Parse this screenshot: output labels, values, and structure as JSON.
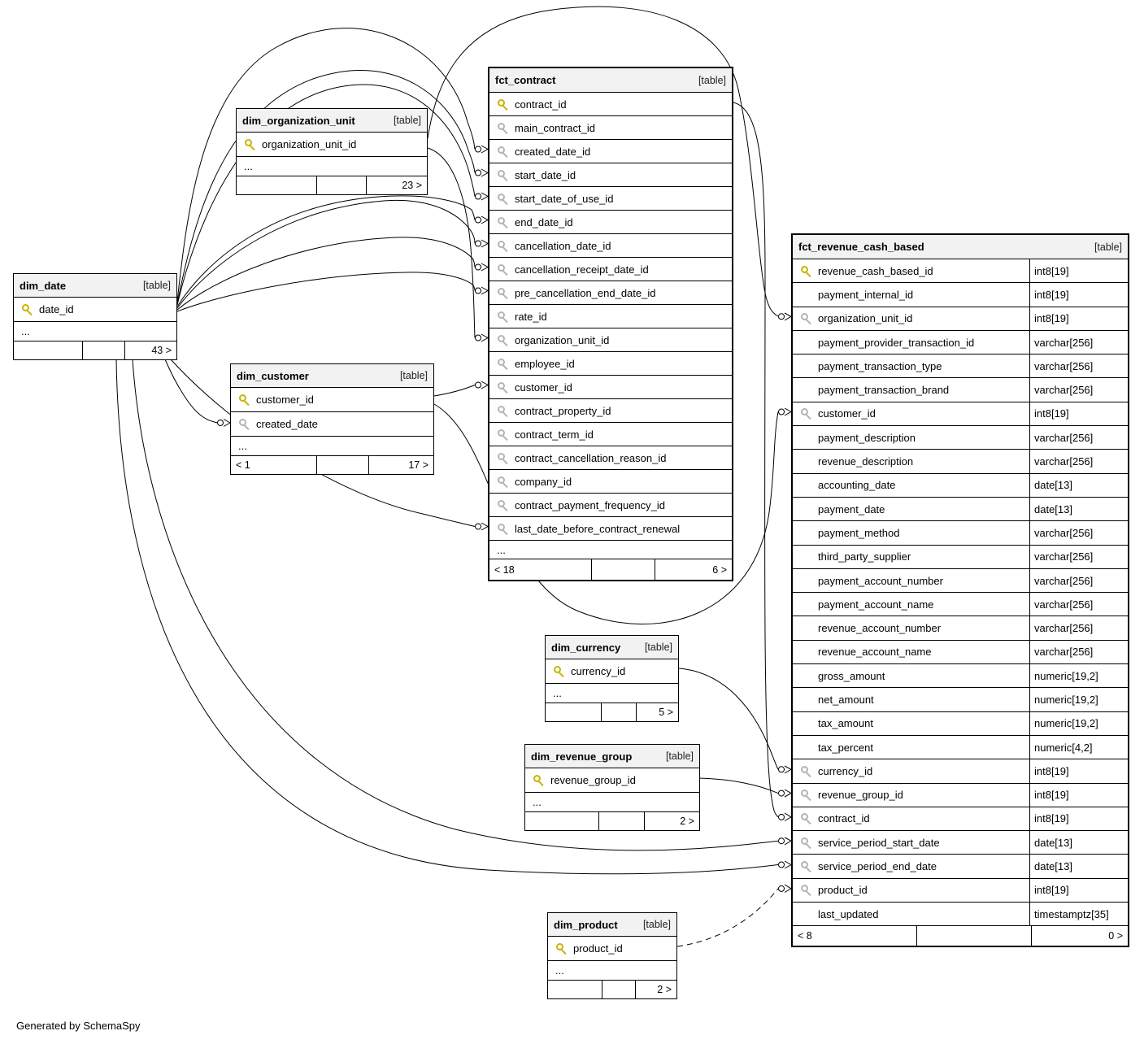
{
  "diagram": {
    "footer_note": "Generated by SchemaSpy"
  },
  "tables": {
    "dim_date": {
      "title": "dim_date",
      "tag": "[table]",
      "columns": [
        {
          "name": "date_id",
          "icon": "pk"
        }
      ],
      "ellipsis": "...",
      "footer": {
        "left": "",
        "mid": "",
        "right": "43 >"
      }
    },
    "dim_organization_unit": {
      "title": "dim_organization_unit",
      "tag": "[table]",
      "columns": [
        {
          "name": "organization_unit_id",
          "icon": "pk"
        }
      ],
      "ellipsis": "...",
      "footer": {
        "left": "",
        "mid": "",
        "right": "23 >"
      }
    },
    "dim_customer": {
      "title": "dim_customer",
      "tag": "[table]",
      "columns": [
        {
          "name": "customer_id",
          "icon": "pk"
        },
        {
          "name": "created_date",
          "icon": "fk"
        }
      ],
      "ellipsis": "...",
      "footer": {
        "left": "< 1",
        "mid": "",
        "right": "17 >"
      }
    },
    "dim_currency": {
      "title": "dim_currency",
      "tag": "[table]",
      "columns": [
        {
          "name": "currency_id",
          "icon": "pk"
        }
      ],
      "ellipsis": "...",
      "footer": {
        "left": "",
        "mid": "",
        "right": "5 >"
      }
    },
    "dim_revenue_group": {
      "title": "dim_revenue_group",
      "tag": "[table]",
      "columns": [
        {
          "name": "revenue_group_id",
          "icon": "pk"
        }
      ],
      "ellipsis": "...",
      "footer": {
        "left": "",
        "mid": "",
        "right": "2 >"
      }
    },
    "dim_product": {
      "title": "dim_product",
      "tag": "[table]",
      "columns": [
        {
          "name": "product_id",
          "icon": "pk"
        }
      ],
      "ellipsis": "...",
      "footer": {
        "left": "",
        "mid": "",
        "right": "2 >"
      }
    },
    "fct_contract": {
      "title": "fct_contract",
      "tag": "[table]",
      "columns": [
        {
          "name": "contract_id",
          "icon": "pk"
        },
        {
          "name": "main_contract_id",
          "icon": "fk"
        },
        {
          "name": "created_date_id",
          "icon": "fk"
        },
        {
          "name": "start_date_id",
          "icon": "fk"
        },
        {
          "name": "start_date_of_use_id",
          "icon": "fk"
        },
        {
          "name": "end_date_id",
          "icon": "fk"
        },
        {
          "name": "cancellation_date_id",
          "icon": "fk"
        },
        {
          "name": "cancellation_receipt_date_id",
          "icon": "fk"
        },
        {
          "name": "pre_cancellation_end_date_id",
          "icon": "fk"
        },
        {
          "name": "rate_id",
          "icon": "fk"
        },
        {
          "name": "organization_unit_id",
          "icon": "fk"
        },
        {
          "name": "employee_id",
          "icon": "fk"
        },
        {
          "name": "customer_id",
          "icon": "fk"
        },
        {
          "name": "contract_property_id",
          "icon": "fk"
        },
        {
          "name": "contract_term_id",
          "icon": "fk"
        },
        {
          "name": "contract_cancellation_reason_id",
          "icon": "fk"
        },
        {
          "name": "company_id",
          "icon": "fk"
        },
        {
          "name": "contract_payment_frequency_id",
          "icon": "fk"
        },
        {
          "name": "last_date_before_contract_renewal",
          "icon": "fk"
        }
      ],
      "ellipsis": "...",
      "footer": {
        "left": "< 18",
        "mid": "",
        "right": "6 >"
      }
    },
    "fct_revenue_cash_based": {
      "title": "fct_revenue_cash_based",
      "tag": "[table]",
      "columns": [
        {
          "name": "revenue_cash_based_id",
          "type": "int8[19]",
          "icon": "pk"
        },
        {
          "name": "payment_internal_id",
          "type": "int8[19]",
          "icon": ""
        },
        {
          "name": "organization_unit_id",
          "type": "int8[19]",
          "icon": "fk"
        },
        {
          "name": "payment_provider_transaction_id",
          "type": "varchar[256]",
          "icon": ""
        },
        {
          "name": "payment_transaction_type",
          "type": "varchar[256]",
          "icon": ""
        },
        {
          "name": "payment_transaction_brand",
          "type": "varchar[256]",
          "icon": ""
        },
        {
          "name": "customer_id",
          "type": "int8[19]",
          "icon": "fk"
        },
        {
          "name": "payment_description",
          "type": "varchar[256]",
          "icon": ""
        },
        {
          "name": "revenue_description",
          "type": "varchar[256]",
          "icon": ""
        },
        {
          "name": "accounting_date",
          "type": "date[13]",
          "icon": ""
        },
        {
          "name": "payment_date",
          "type": "date[13]",
          "icon": ""
        },
        {
          "name": "payment_method",
          "type": "varchar[256]",
          "icon": ""
        },
        {
          "name": "third_party_supplier",
          "type": "varchar[256]",
          "icon": ""
        },
        {
          "name": "payment_account_number",
          "type": "varchar[256]",
          "icon": ""
        },
        {
          "name": "payment_account_name",
          "type": "varchar[256]",
          "icon": ""
        },
        {
          "name": "revenue_account_number",
          "type": "varchar[256]",
          "icon": ""
        },
        {
          "name": "revenue_account_name",
          "type": "varchar[256]",
          "icon": ""
        },
        {
          "name": "gross_amount",
          "type": "numeric[19,2]",
          "icon": ""
        },
        {
          "name": "net_amount",
          "type": "numeric[19,2]",
          "icon": ""
        },
        {
          "name": "tax_amount",
          "type": "numeric[19,2]",
          "icon": ""
        },
        {
          "name": "tax_percent",
          "type": "numeric[4,2]",
          "icon": ""
        },
        {
          "name": "currency_id",
          "type": "int8[19]",
          "icon": "fk"
        },
        {
          "name": "revenue_group_id",
          "type": "int8[19]",
          "icon": "fk"
        },
        {
          "name": "contract_id",
          "type": "int8[19]",
          "icon": "fk"
        },
        {
          "name": "service_period_start_date",
          "type": "date[13]",
          "icon": "fk"
        },
        {
          "name": "service_period_end_date",
          "type": "date[13]",
          "icon": "fk"
        },
        {
          "name": "product_id",
          "type": "int8[19]",
          "icon": "fk"
        },
        {
          "name": "last_updated",
          "type": "timestamptz[35]",
          "icon": ""
        }
      ],
      "ellipsis": "",
      "footer": {
        "left": "< 8",
        "mid": "",
        "right": "0 >"
      }
    }
  },
  "relationships": [
    {
      "from": "dim_date.date_id",
      "to": "fct_contract.created_date_id"
    },
    {
      "from": "dim_date.date_id",
      "to": "fct_contract.start_date_id"
    },
    {
      "from": "dim_date.date_id",
      "to": "fct_contract.start_date_of_use_id"
    },
    {
      "from": "dim_date.date_id",
      "to": "fct_contract.end_date_id"
    },
    {
      "from": "dim_date.date_id",
      "to": "fct_contract.cancellation_date_id"
    },
    {
      "from": "dim_date.date_id",
      "to": "fct_contract.cancellation_receipt_date_id"
    },
    {
      "from": "dim_date.date_id",
      "to": "fct_contract.pre_cancellation_end_date_id"
    },
    {
      "from": "dim_date.date_id",
      "to": "fct_contract.last_date_before_contract_renewal"
    },
    {
      "from": "dim_date.date_id",
      "to": "dim_customer.created_date"
    },
    {
      "from": "dim_date.date_id",
      "to": "fct_revenue_cash_based.service_period_start_date"
    },
    {
      "from": "dim_date.date_id",
      "to": "fct_revenue_cash_based.service_period_end_date"
    },
    {
      "from": "dim_organization_unit.organization_unit_id",
      "to": "fct_contract.organization_unit_id"
    },
    {
      "from": "dim_organization_unit.organization_unit_id",
      "to": "fct_revenue_cash_based.organization_unit_id"
    },
    {
      "from": "dim_customer.customer_id",
      "to": "fct_contract.customer_id"
    },
    {
      "from": "dim_customer.customer_id",
      "to": "fct_revenue_cash_based.customer_id"
    },
    {
      "from": "fct_contract.contract_id",
      "to": "fct_revenue_cash_based.contract_id"
    },
    {
      "from": "dim_currency.currency_id",
      "to": "fct_revenue_cash_based.currency_id"
    },
    {
      "from": "dim_revenue_group.revenue_group_id",
      "to": "fct_revenue_cash_based.revenue_group_id"
    },
    {
      "from": "dim_product.product_id",
      "to": "fct_revenue_cash_based.product_id",
      "style": "dashed"
    }
  ]
}
